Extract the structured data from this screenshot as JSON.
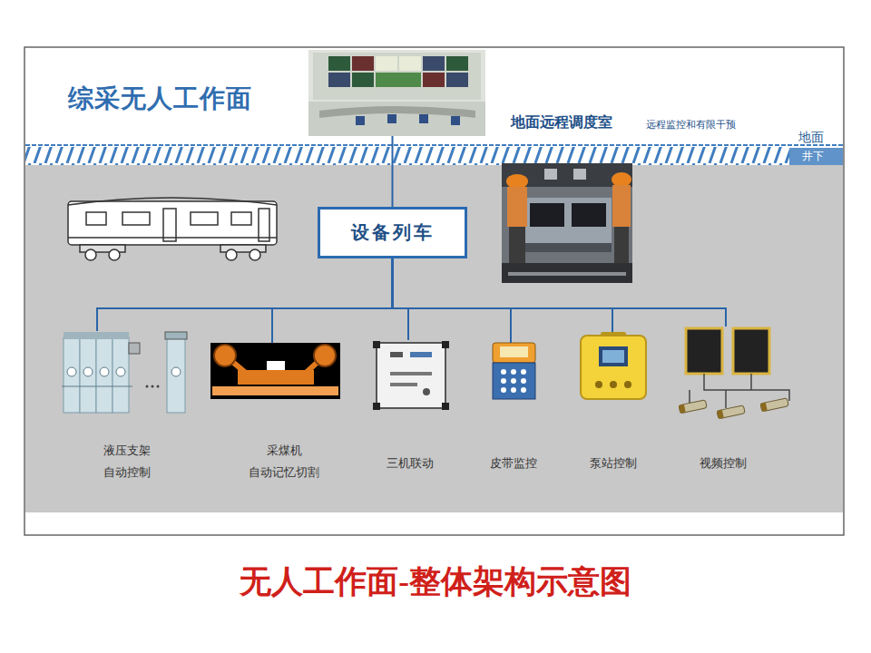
{
  "diagram": {
    "title": "综采无人工作面",
    "caption": "无人工作面-整体架构示意图",
    "nodes": [
      {
        "text": [
          "地面远程调度室",
          "远程监控和有限干预"
        ]
      },
      {
        "text": [
          "设备列车"
        ]
      },
      {
        "text": [
          "液压支架 自动控制"
        ]
      },
      {
        "text": [
          "采煤机 自动记忆切割"
        ]
      },
      {
        "text": [
          "三机联动"
        ]
      },
      {
        "text": [
          "皮带监控"
        ]
      },
      {
        "text": [
          "泵站控制"
        ]
      },
      {
        "text": [
          "视频控制"
        ]
      }
    ],
    "edges": [
      {
        "from": 0,
        "to": 1,
        "arrow": "none"
      },
      {
        "from": 1,
        "to": 2,
        "arrow": "none"
      },
      {
        "from": 1,
        "to": 3,
        "arrow": "none"
      },
      {
        "from": 1,
        "to": 4,
        "arrow": "none"
      },
      {
        "from": 1,
        "to": 5,
        "arrow": "none"
      },
      {
        "from": 1,
        "to": 6,
        "arrow": "none"
      },
      {
        "from": 1,
        "to": 7,
        "arrow": "none"
      }
    ],
    "labels": [
      "地面",
      "井下"
    ]
  }
}
